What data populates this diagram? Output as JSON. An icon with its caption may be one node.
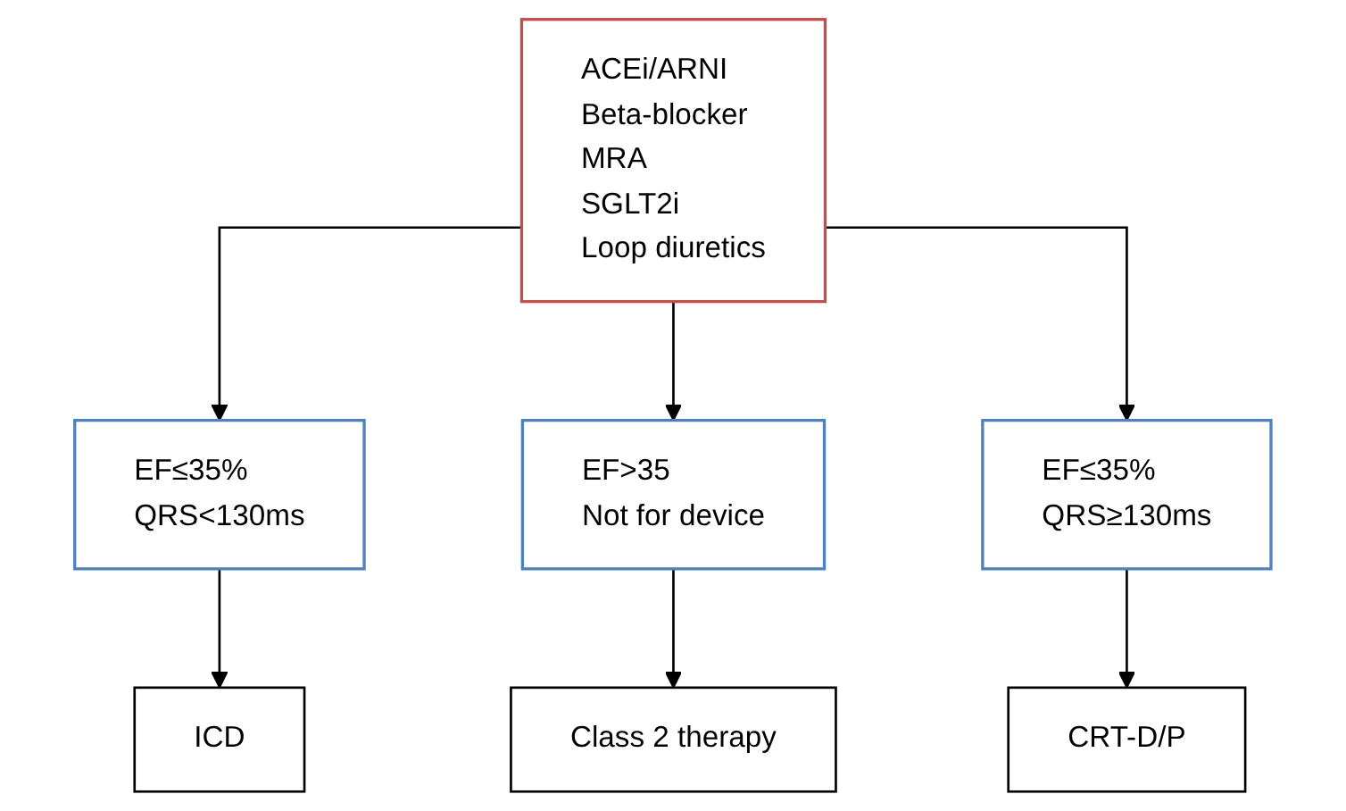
{
  "diagram": {
    "nodes": [
      {
        "text": [
          "ACEi/ARNI",
          "Beta-blocker",
          "MRA",
          "SGLT2i",
          "Loop diuretics"
        ]
      },
      {
        "text": [
          "EF≤35%",
          "QRS<130ms"
        ]
      },
      {
        "text": [
          "EF>35",
          "Not for device"
        ]
      },
      {
        "text": [
          "EF≤35%",
          "QRS≥130ms"
        ]
      },
      {
        "text": [
          "ICD"
        ]
      },
      {
        "text": [
          "Class 2 therapy"
        ]
      },
      {
        "text": [
          "CRT-D/P"
        ]
      }
    ],
    "edges": [
      {
        "from": 0,
        "to": 1,
        "arrow": "to"
      },
      {
        "from": 0,
        "to": 2,
        "arrow": "to"
      },
      {
        "from": 0,
        "to": 3,
        "arrow": "to"
      },
      {
        "from": 1,
        "to": 4,
        "arrow": "to"
      },
      {
        "from": 2,
        "to": 5,
        "arrow": "to"
      },
      {
        "from": 3,
        "to": 6,
        "arrow": "to"
      }
    ]
  }
}
